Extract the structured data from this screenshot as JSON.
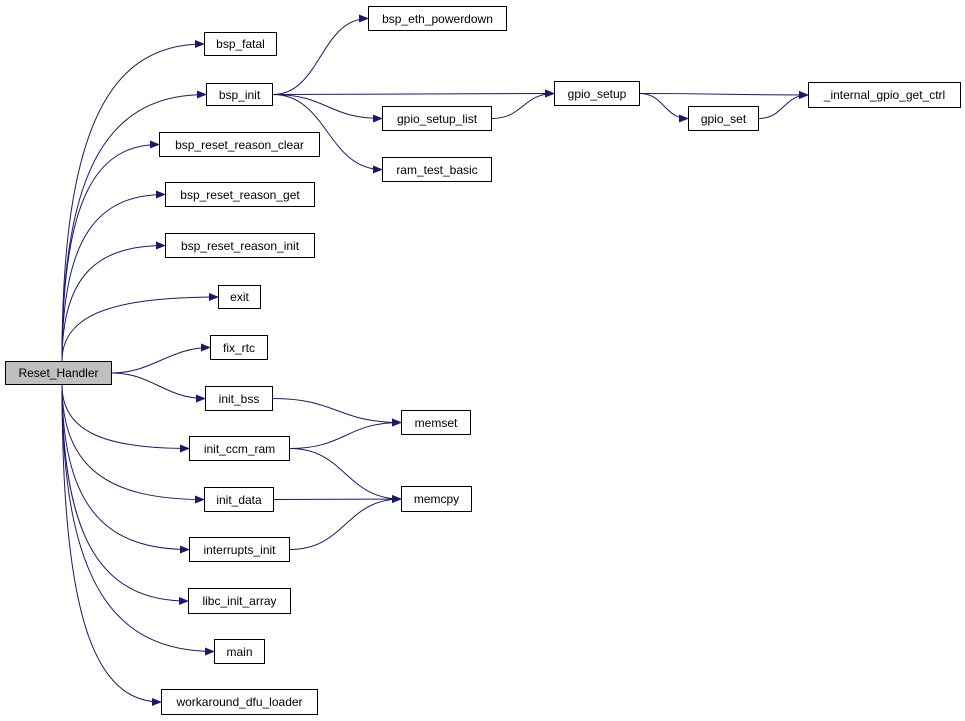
{
  "colors": {
    "edge": "#191970",
    "root_fill": "#bfbfbf",
    "node_fill": "#ffffff",
    "border": "#000000"
  },
  "nodes": {
    "reset_handler": "Reset_Handler",
    "bsp_fatal": "bsp_fatal",
    "bsp_init": "bsp_init",
    "bsp_reset_reason_clear": "bsp_reset_reason_clear",
    "bsp_reset_reason_get": "bsp_reset_reason_get",
    "bsp_reset_reason_init": "bsp_reset_reason_init",
    "exit": "exit",
    "fix_rtc": "fix_rtc",
    "init_bss": "init_bss",
    "init_ccm_ram": "init_ccm_ram",
    "init_data": "init_data",
    "interrupts_init": "interrupts_init",
    "libc_init_array": "libc_init_array",
    "main": "main",
    "workaround_dfu_loader": "workaround_dfu_loader",
    "bsp_eth_powerdown": "bsp_eth_powerdown",
    "gpio_setup_list": "gpio_setup_list",
    "ram_test_basic": "ram_test_basic",
    "gpio_setup": "gpio_setup",
    "gpio_set": "gpio_set",
    "internal_gpio_get_ctrl": "_internal_gpio_get_ctrl",
    "memset": "memset",
    "memcpy": "memcpy"
  },
  "edges": [
    [
      "reset_handler",
      "bsp_fatal"
    ],
    [
      "reset_handler",
      "bsp_init"
    ],
    [
      "reset_handler",
      "bsp_reset_reason_clear"
    ],
    [
      "reset_handler",
      "bsp_reset_reason_get"
    ],
    [
      "reset_handler",
      "bsp_reset_reason_init"
    ],
    [
      "reset_handler",
      "exit"
    ],
    [
      "reset_handler",
      "fix_rtc"
    ],
    [
      "reset_handler",
      "init_bss"
    ],
    [
      "reset_handler",
      "init_ccm_ram"
    ],
    [
      "reset_handler",
      "init_data"
    ],
    [
      "reset_handler",
      "interrupts_init"
    ],
    [
      "reset_handler",
      "libc_init_array"
    ],
    [
      "reset_handler",
      "main"
    ],
    [
      "reset_handler",
      "workaround_dfu_loader"
    ],
    [
      "bsp_init",
      "bsp_eth_powerdown"
    ],
    [
      "bsp_init",
      "gpio_setup"
    ],
    [
      "bsp_init",
      "gpio_setup_list"
    ],
    [
      "bsp_init",
      "ram_test_basic"
    ],
    [
      "gpio_setup_list",
      "gpio_setup"
    ],
    [
      "gpio_setup",
      "internal_gpio_get_ctrl"
    ],
    [
      "gpio_setup",
      "gpio_set"
    ],
    [
      "gpio_set",
      "internal_gpio_get_ctrl"
    ],
    [
      "init_bss",
      "memset"
    ],
    [
      "init_ccm_ram",
      "memset"
    ],
    [
      "init_ccm_ram",
      "memcpy"
    ],
    [
      "init_data",
      "memcpy"
    ],
    [
      "interrupts_init",
      "memcpy"
    ]
  ]
}
